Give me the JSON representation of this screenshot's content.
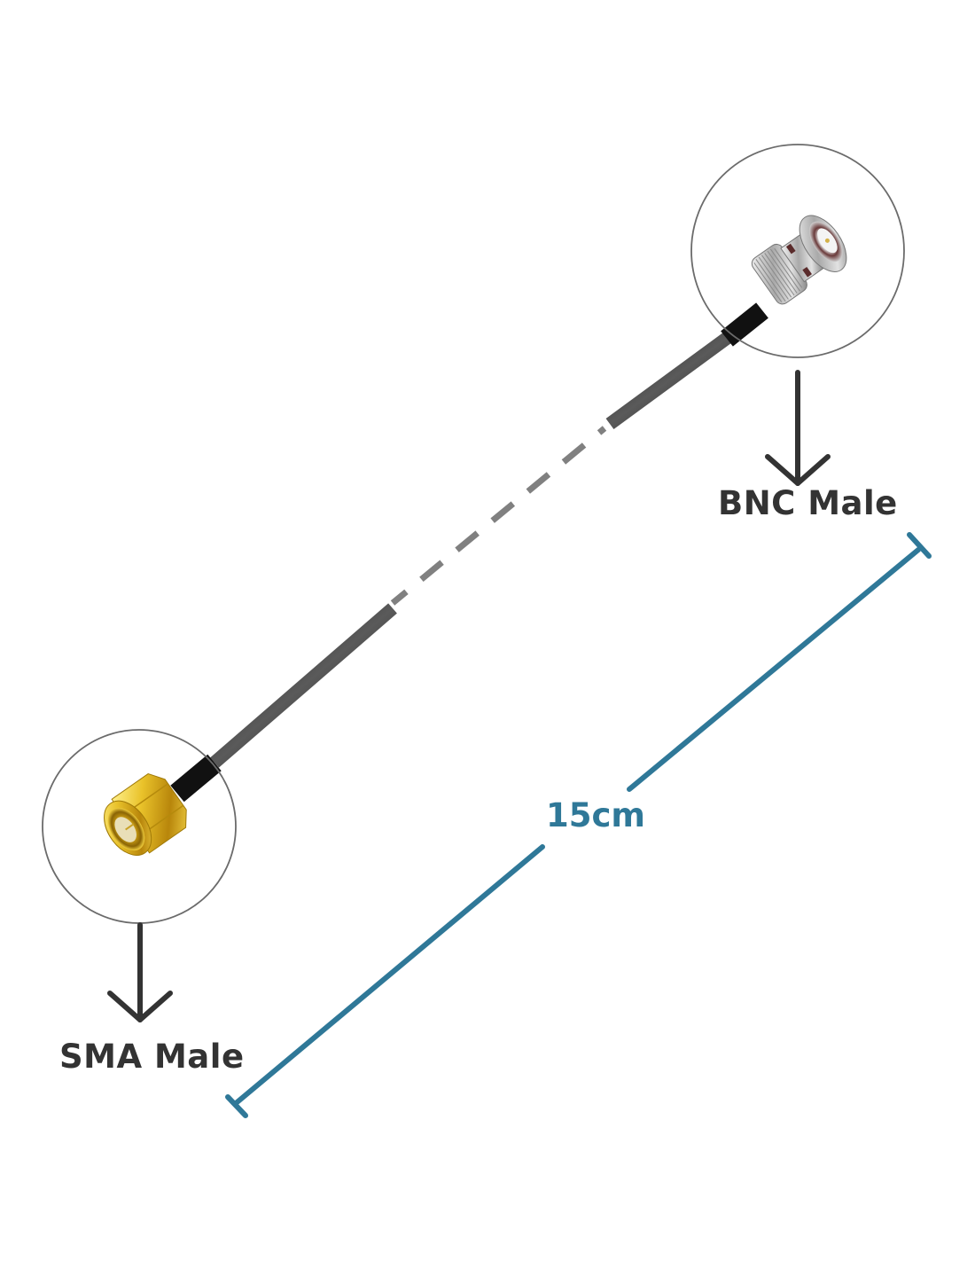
{
  "diagram": {
    "title": "SMA Male to BNC Male coaxial cable",
    "connectors": [
      {
        "id": "bnc",
        "label": "BNC Male",
        "finish": "nickel/silver",
        "color": "#b8b8b8"
      },
      {
        "id": "sma",
        "label": "SMA Male",
        "finish": "gold",
        "color": "#e0b31e"
      }
    ],
    "cable": {
      "color": "#1f1f1f",
      "break_dash_color": "#808080"
    },
    "dimension": {
      "label": "15cm",
      "value": 15,
      "unit": "cm",
      "color": "#2f7898"
    },
    "callout_arrow_color": "#333333",
    "callout_circle_color": "#6b6b6b"
  }
}
